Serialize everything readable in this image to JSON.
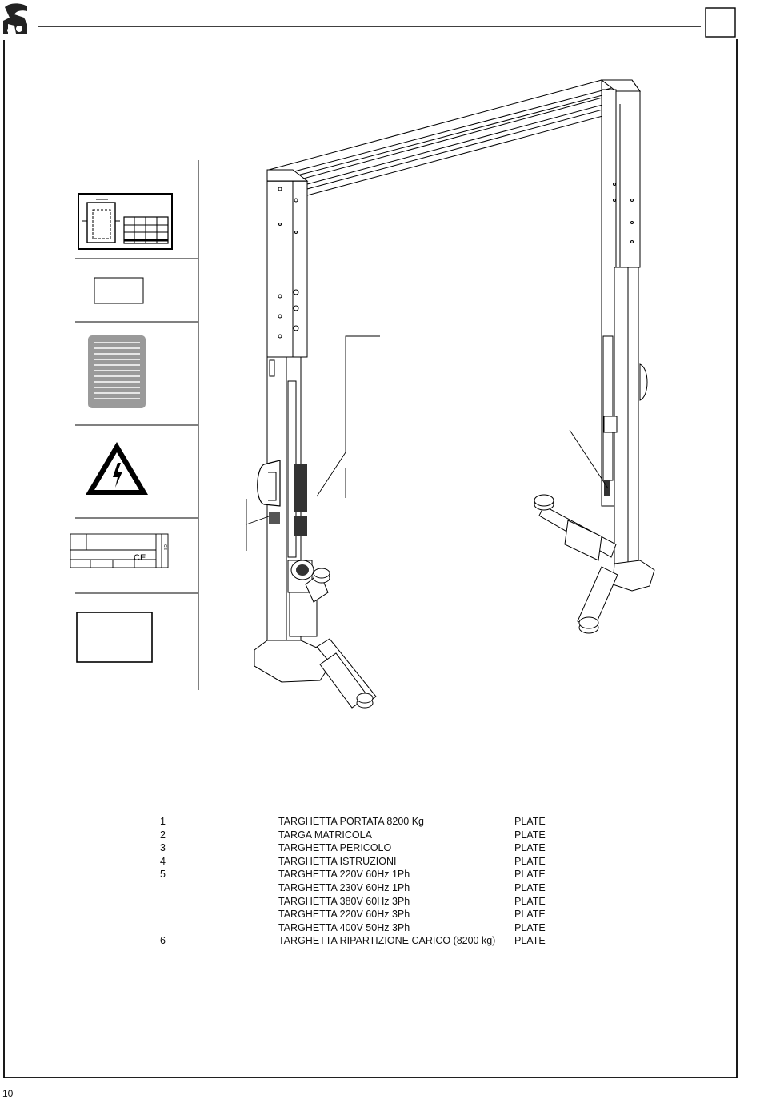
{
  "page": {
    "number": "10"
  },
  "parts": [
    {
      "num": "1",
      "description": "TARGHETTA PORTATA 8200 Kg",
      "code": "PLATE"
    },
    {
      "num": "2",
      "description": "TARGA MATRICOLA",
      "code": "PLATE"
    },
    {
      "num": "3",
      "description": "TARGHETTA PERICOLO",
      "code": "PLATE"
    },
    {
      "num": "4",
      "description": "TARGHETTA ISTRUZIONI",
      "code": "PLATE"
    },
    {
      "num": "5",
      "description": "TARGHETTA 220V 60Hz 1Ph",
      "code": "PLATE"
    },
    {
      "num": "",
      "description": "TARGHETTA 230V 60Hz 1Ph",
      "code": "PLATE"
    },
    {
      "num": "",
      "description": "TARGHETTA 380V 60Hz 3Ph",
      "code": "PLATE"
    },
    {
      "num": "",
      "description": "TARGHETTA 220V 60Hz 3Ph",
      "code": "PLATE"
    },
    {
      "num": "",
      "description": "TARGHETTA 400V 50Hz 3Ph",
      "code": "PLATE"
    },
    {
      "num": "6",
      "description": "TARGHETTA RIPARTIZIONE CARICO (8200 kg)",
      "code": "PLATE"
    }
  ],
  "icons": {
    "logo": "company-logo",
    "warning": "electric-hazard-icon",
    "ce": "ce-mark"
  }
}
